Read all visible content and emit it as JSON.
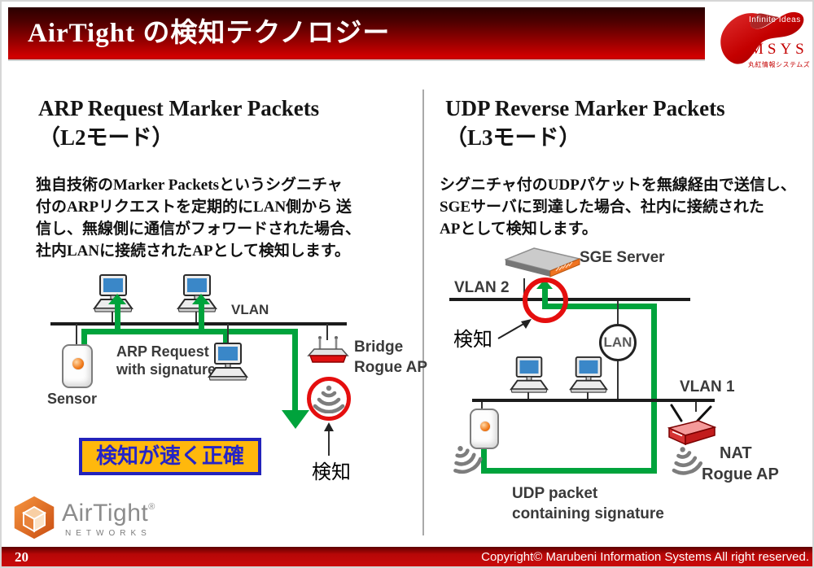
{
  "slide": {
    "header": {
      "title": "AirTight の検知テクノロジー"
    },
    "msys_logo": {
      "tagline": "Infinite Ideas",
      "brand": "MSYS",
      "company": "丸紅情報システムズ"
    },
    "left_panel": {
      "heading_line1": "ARP Request Marker Packets",
      "heading_line2": "（L2モード）",
      "body_lines": [
        "独自技術のMarker Packetsというシグニチャ",
        "付のARPリクエストを定期的にLAN側から 送",
        "信し、無線側に通信がフォワードされた場合、",
        "社内LANに接続されたAPとして検知します。"
      ],
      "diagram": {
        "vlan_label": "VLAN",
        "sensor_label": "Sensor",
        "arp_line1": "ARP Request",
        "arp_line2": "with signature",
        "ap_line1": "Bridge",
        "ap_line2": "Rogue AP",
        "detect_label": "検知"
      },
      "callout": "検知が速く正確"
    },
    "right_panel": {
      "heading_line1": "UDP Reverse Marker Packets",
      "heading_line2": "（L3モード）",
      "body_lines": [
        "シグニチャ付のUDPパケットを無線経由で送信し、",
        "SGEサーバに到達した場合、社内に接続された",
        "APとして検知します。"
      ],
      "diagram": {
        "server_label": "SGE Server",
        "vlan2_label": "VLAN 2",
        "vlan1_label": "VLAN 1",
        "lan_label": "LAN",
        "detect_label": "検知",
        "ap_line1": "NAT",
        "ap_line2": "Rogue AP",
        "udp_line1": "UDP packet",
        "udp_line2": "containing signature"
      }
    },
    "airtight_logo": {
      "brand": "AirTight",
      "registered": "®",
      "sub": "NETWORKS"
    },
    "footer": {
      "page_number": "20",
      "copyright": "Copyright© Marubeni Information Systems All right reserved."
    },
    "colors": {
      "header_red": "#CC0000",
      "flow_green": "#00A33C",
      "alert_red": "#E50E0E",
      "callout_bg": "#FFB80C",
      "callout_border": "#2323BB",
      "label_gray": "#3A3A3A"
    },
    "icons": {
      "msys-swoosh-icon": "red ribbon swoosh",
      "desktop-computer-icon": "monitor + keyboard",
      "sensor-device-icon": "white oval sensor with orange dot",
      "wifi-waves-icon": "radio arcs",
      "bridge-ap-icon": "flat AP with antennas",
      "nat-router-icon": "red 3D router with antennas",
      "sge-server-icon": "flat server slab",
      "airtight-cube-icon": "orange cube"
    }
  }
}
